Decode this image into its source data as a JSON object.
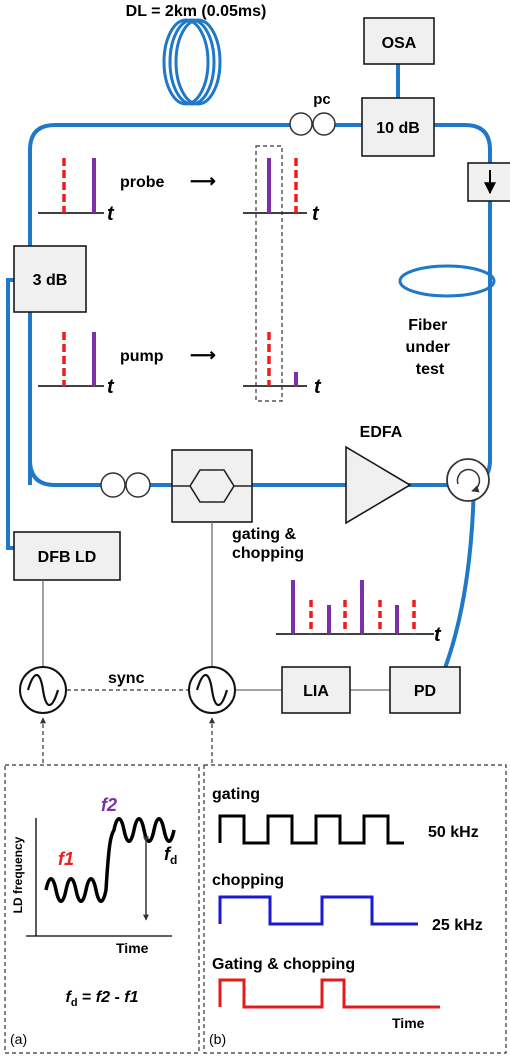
{
  "labels": {
    "delay_line": "DL = 2km (0.05ms)",
    "osa": "OSA",
    "pc": "pc",
    "coupler_10db": "10 dB",
    "coupler_3db": "3 dB",
    "probe": "probe",
    "pump": "pump",
    "fiber_under_test": [
      "Fiber",
      "under",
      "test"
    ],
    "edfa": "EDFA",
    "gating_chopping": [
      "gating &",
      "chopping"
    ],
    "dfb_ld": "DFB LD",
    "sync": "sync",
    "lia": "LIA",
    "pd": "PD",
    "time_axis": "t",
    "arrow_glyph": "⟶"
  },
  "inset_a": {
    "f1": "f1",
    "f2": "f2",
    "fd_main": "f",
    "fd_sub": "d",
    "ylabel": "LD frequency",
    "xlabel": "Time",
    "eq_main": "f",
    "eq_sub": "d",
    "eq_rest": " = ",
    "eq_f2": "f2",
    "eq_minus": " - ",
    "eq_f1": "f1",
    "tag": "(a)"
  },
  "inset_b": {
    "gating": "gating",
    "gating_freq": "50 kHz",
    "chopping": "chopping",
    "chopping_freq": "25 kHz",
    "gc": "Gating & chopping",
    "xlabel": "Time",
    "tag": "(b)"
  },
  "colors": {
    "fiber": "#1f78c8",
    "red_pulse": "#ee1c1c",
    "purple_pulse": "#7b2fa8",
    "gating_wave": "#000000",
    "chopping_wave": "#1a1ad0",
    "gc_wave": "#e41b1b"
  }
}
